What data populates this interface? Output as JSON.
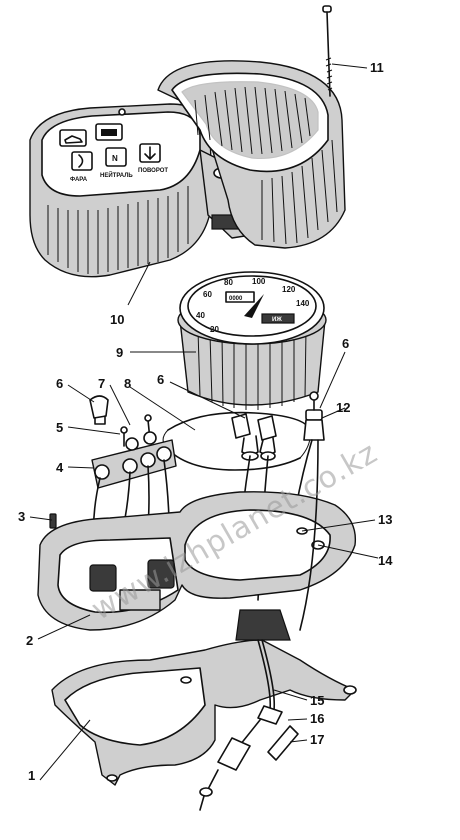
{
  "callouts": {
    "c1": "1",
    "c2": "2",
    "c3": "3",
    "c4": "4",
    "c5": "5",
    "c6a": "6",
    "c6b": "6",
    "c6c": "6",
    "c7": "7",
    "c8": "8",
    "c9": "9",
    "c10": "10",
    "c11": "11",
    "c12": "12",
    "c13": "13",
    "c14": "14",
    "c15": "15",
    "c16": "16",
    "c17": "17"
  },
  "speedometer": {
    "dial_numbers": [
      "40",
      "60",
      "80",
      "100",
      "120",
      "140",
      "20"
    ],
    "odometer": "0000",
    "brand_plate": "ИЖ"
  },
  "indicator_panel": {
    "lamp_symbols": [
      "oil-can",
      "battery",
      "headlight",
      "N",
      "turn"
    ],
    "labels": [
      "ФАРА",
      "НЕЙТРАЛЬ",
      "ПОВОРОТ"
    ]
  },
  "watermark": "www.izhplanet.co.kz"
}
